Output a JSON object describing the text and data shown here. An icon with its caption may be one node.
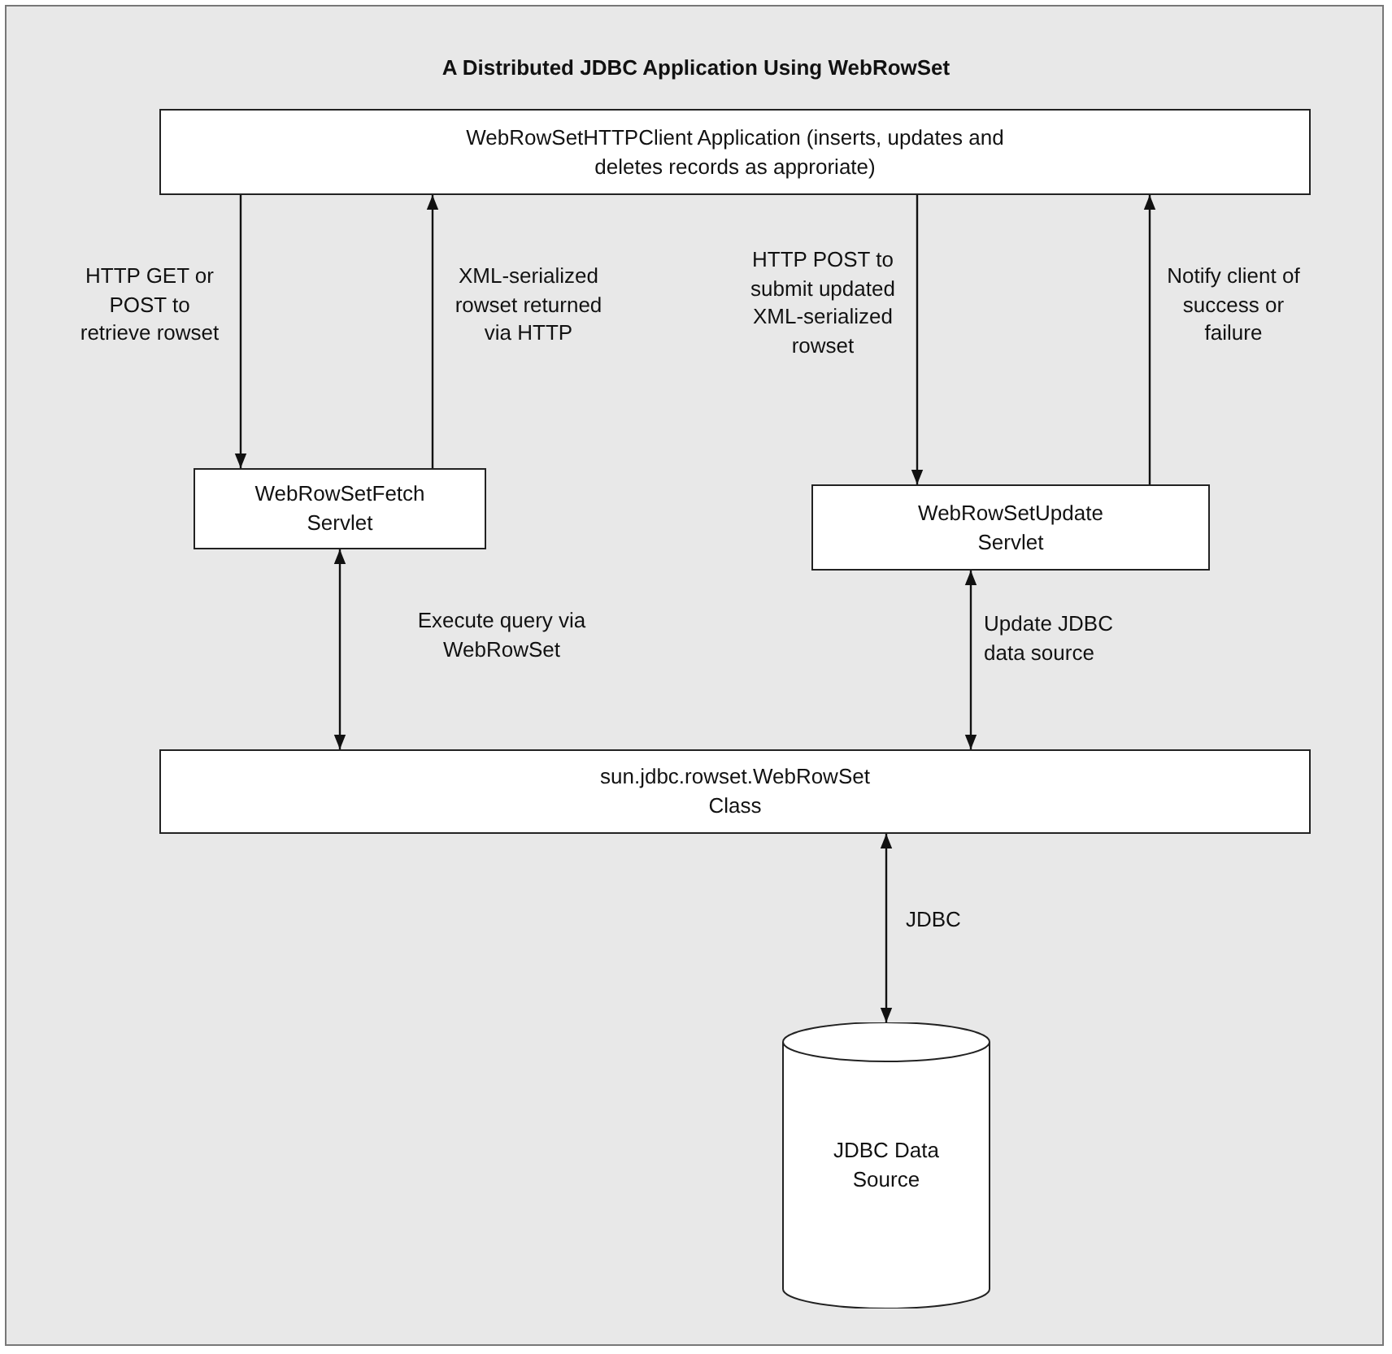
{
  "diagram": {
    "title": "A Distributed JDBC Application Using WebRowSet",
    "nodes": [
      {
        "text": [
          "WebRowSetHTTPClient Application (inserts, updates and deletes records as approriate)"
        ]
      },
      {
        "text": [
          "WebRowSetFetch Servlet"
        ]
      },
      {
        "text": [
          "WebRowSetUpdate Servlet"
        ]
      },
      {
        "text": [
          "sun.jdbc.rowset.WebRowSet Class"
        ]
      },
      {
        "text": [
          "JDBC Data Source"
        ]
      }
    ],
    "edges": [
      {
        "from": 0,
        "to": 1,
        "arrow": "to",
        "label": "HTTP GET or POST to retrieve rowset"
      },
      {
        "from": 1,
        "to": 0,
        "arrow": "to",
        "label": "XML-serialized rowset returned via HTTP"
      },
      {
        "from": 0,
        "to": 2,
        "arrow": "to",
        "label": "HTTP POST to submit updated XML-serialized rowset"
      },
      {
        "from": 2,
        "to": 0,
        "arrow": "to",
        "label": "Notify client of success or failure"
      },
      {
        "from": 1,
        "to": 3,
        "arrow": "both",
        "label": "Execute query via WebRowSet"
      },
      {
        "from": 2,
        "to": 3,
        "arrow": "both",
        "label": "Update JDBC data source"
      },
      {
        "from": 3,
        "to": 4,
        "arrow": "both",
        "label": "JDBC"
      }
    ]
  }
}
